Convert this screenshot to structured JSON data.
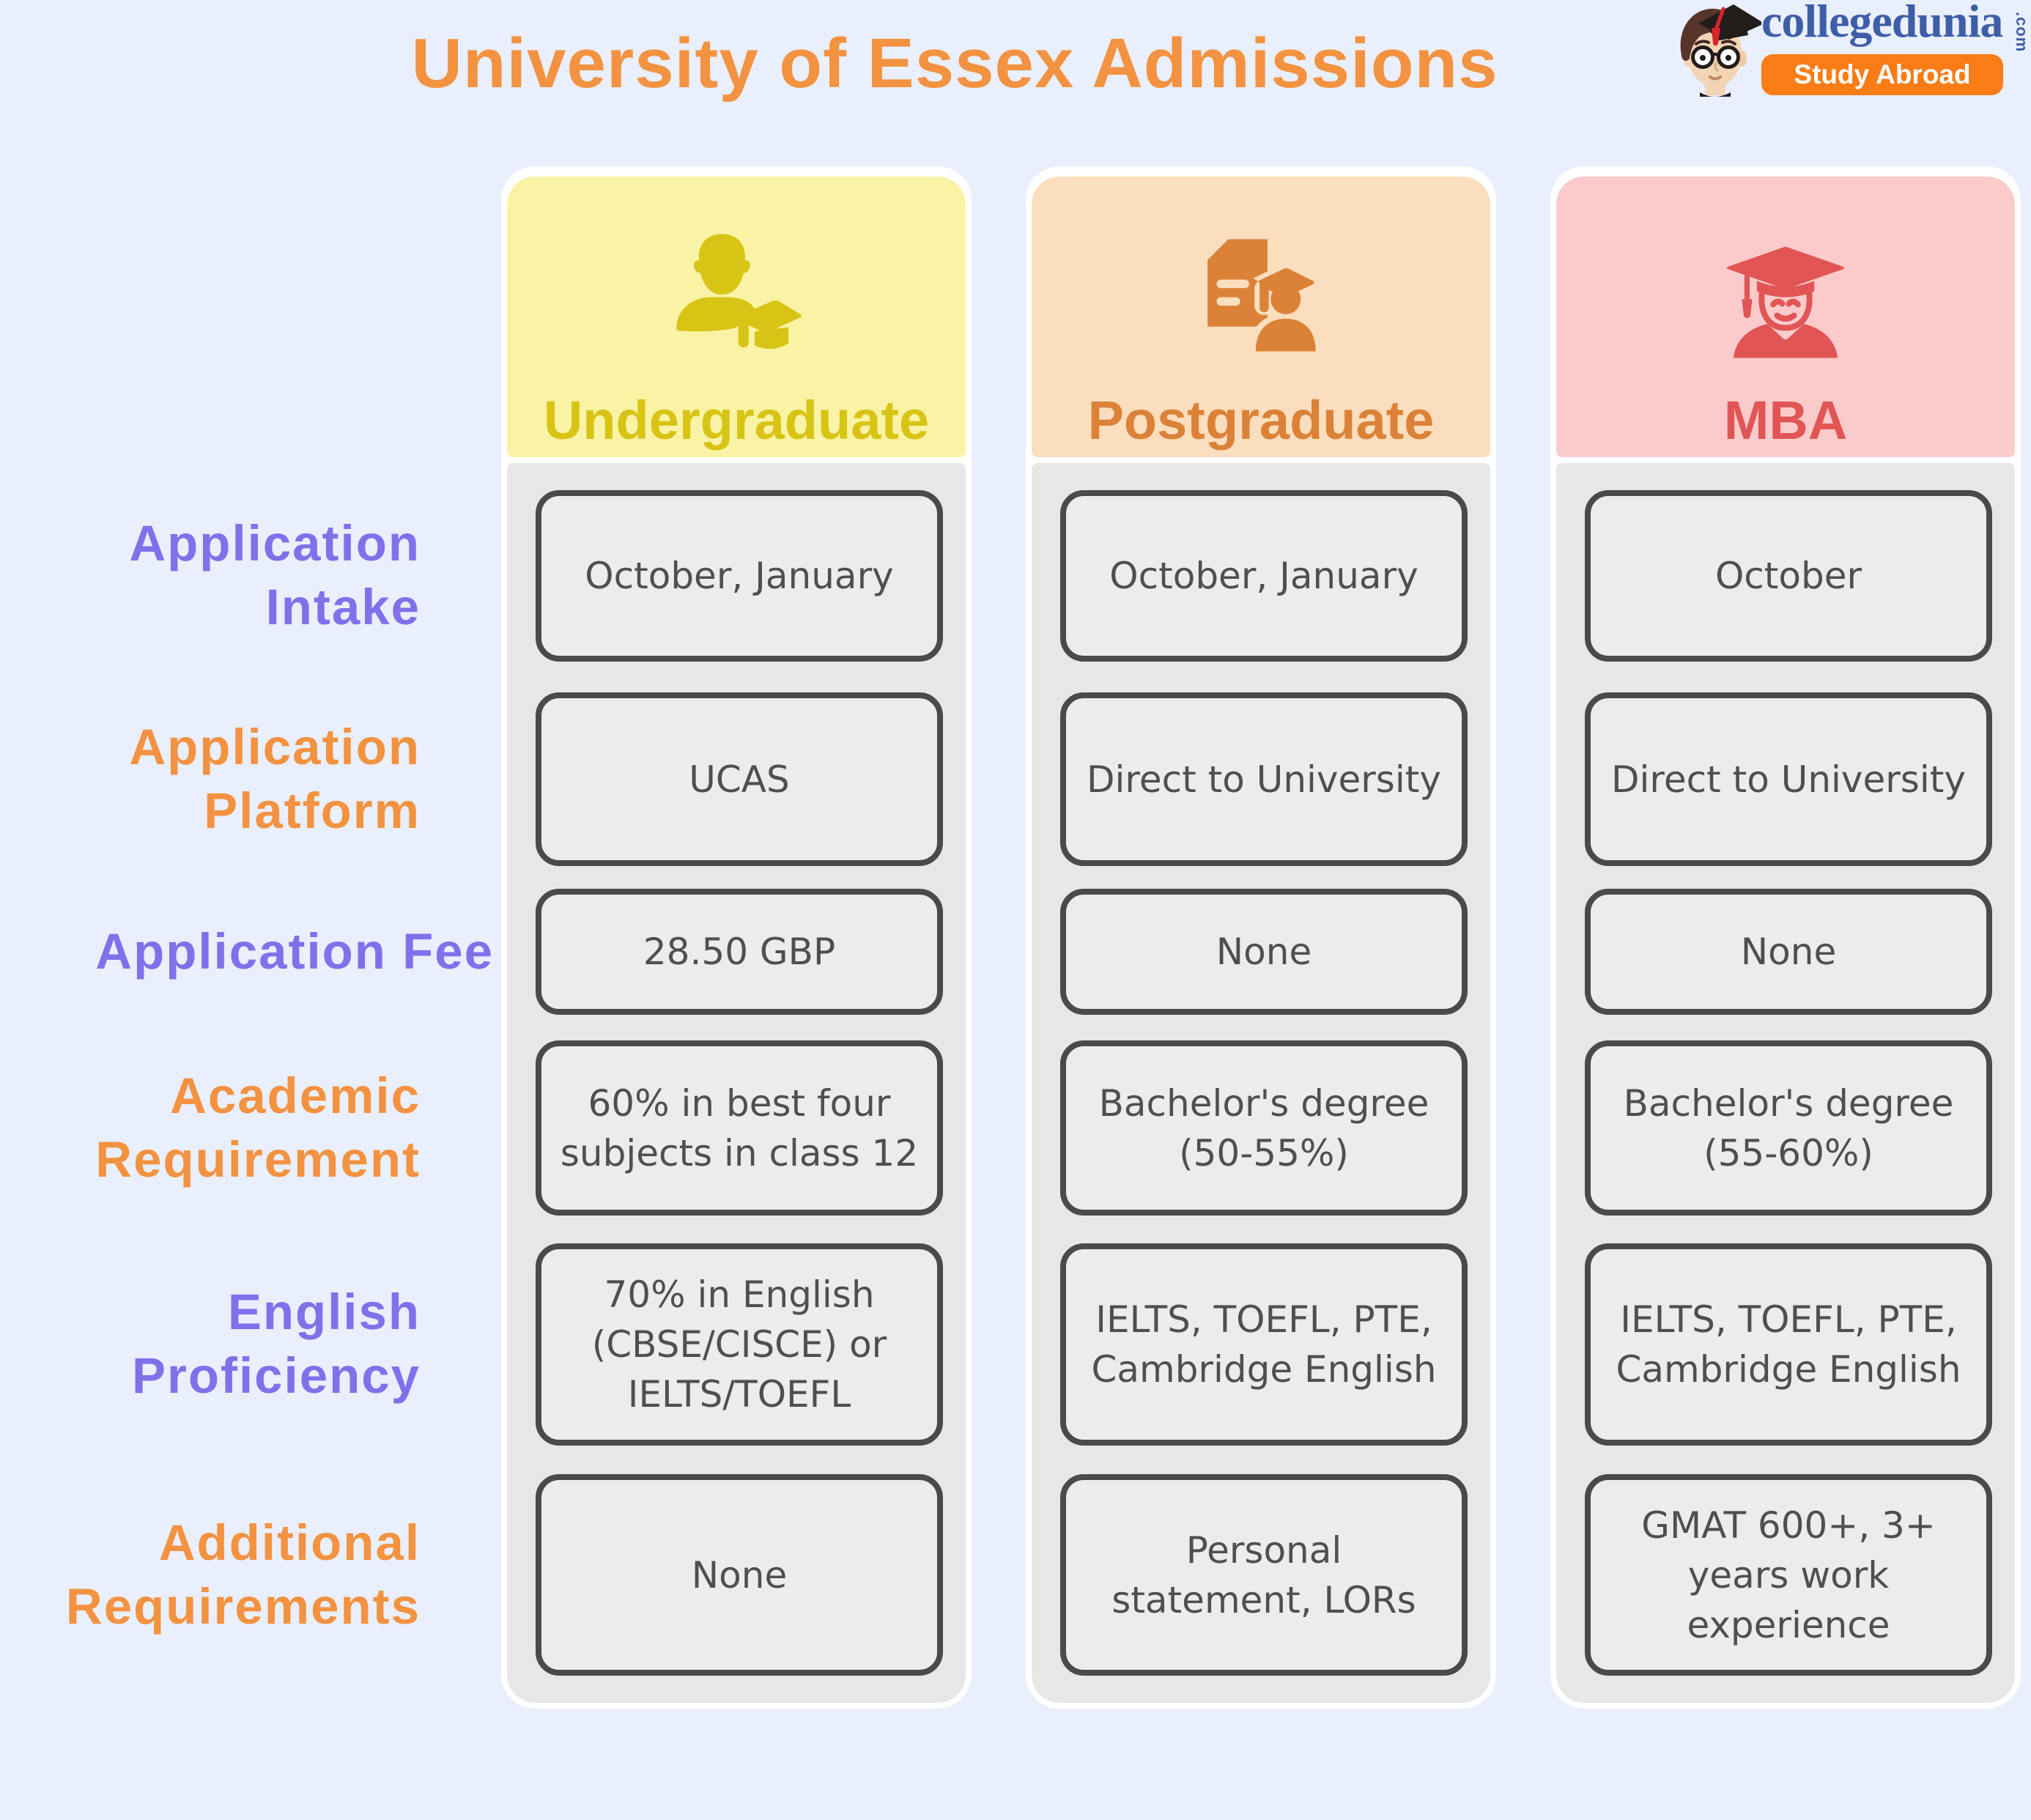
{
  "title": "University of Essex Admissions",
  "logo": {
    "brand": "collegedunia",
    "tld": ".com",
    "tagline": "Study Abroad",
    "brand_color": "#3F5EA8",
    "banner_color": "#F97C16"
  },
  "row_labels": [
    {
      "label": "Application\nIntake",
      "color": "#8170EA"
    },
    {
      "label": "Application\nPlatform",
      "color": "#F39240"
    },
    {
      "label": "Application Fee",
      "color": "#8170EA"
    },
    {
      "label": "Academic\nRequirement",
      "color": "#F39240"
    },
    {
      "label": "English\nProficiency",
      "color": "#8170EA"
    },
    {
      "label": "Additional\nRequirements",
      "color": "#F39240"
    }
  ],
  "columns": [
    {
      "name": "Undergraduate",
      "icon": "undergraduate-student-icon",
      "header_bg": "#FAF3A5",
      "accent": "#D7C414",
      "cells": [
        "October, January",
        "UCAS",
        "28.50 GBP",
        "60% in best four subjects in class 12",
        "70% in English (CBSE/CISCE) or IELTS/TOEFL",
        "None"
      ]
    },
    {
      "name": "Postgraduate",
      "icon": "postgraduate-document-icon",
      "header_bg": "#FBDEBD",
      "accent": "#DB8238",
      "cells": [
        "October, January",
        "Direct to University",
        "None",
        "Bachelor's degree (50-55%)",
        "IELTS, TOEFL, PTE, Cambridge English",
        "Personal statement, LORs"
      ]
    },
    {
      "name": "MBA",
      "icon": "mba-graduate-icon",
      "header_bg": "#FBCBCB",
      "accent": "#E15555",
      "cells": [
        "October",
        "Direct to University",
        "None",
        "Bachelor's degree (55-60%)",
        "IELTS, TOEFL, PTE, Cambridge English",
        "GMAT 600+, 3+ years work experience"
      ]
    }
  ],
  "colors": {
    "background": "#E9EFFC",
    "title": "#F39240",
    "cell_border": "#4A4A4A",
    "cell_background": "#ECECEA",
    "cell_text": "#4F4F4F",
    "column_body": "#E7E7E5"
  }
}
